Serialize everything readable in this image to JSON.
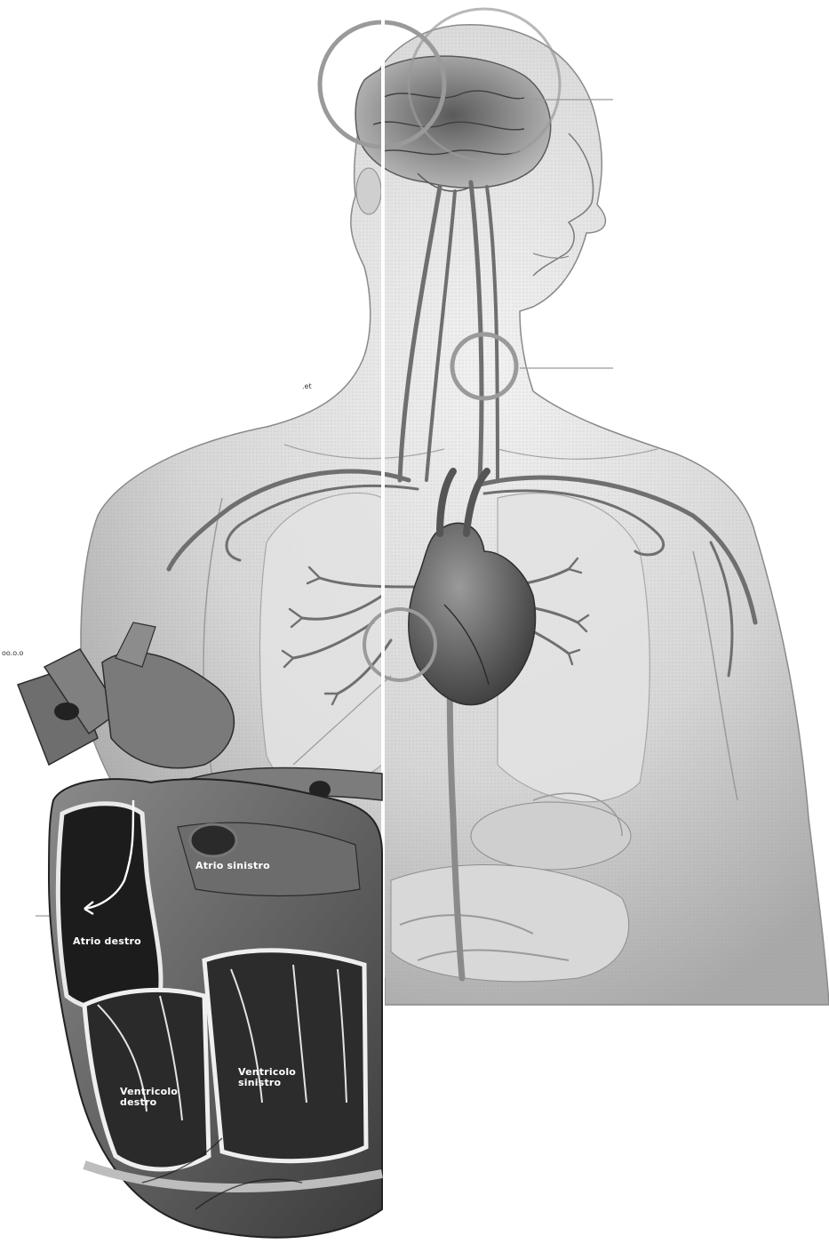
{
  "labels": {
    "left_atrium": "Atrio sinistro",
    "right_atrium": "Atrio destro",
    "left_ventricle": [
      "Ventricolo",
      "sinistro"
    ],
    "right_ventricle": [
      "Ventricolo",
      "destro"
    ]
  },
  "fragments": {
    "neck_mark": ".et",
    "left_edge_mark": "oo.o.o"
  },
  "colors": {
    "callout_ring": "#9a9a9a",
    "vessel": "#6f6f6f",
    "body_fill": "#dcdcdc",
    "heart_fill": "#6a6a6a"
  }
}
